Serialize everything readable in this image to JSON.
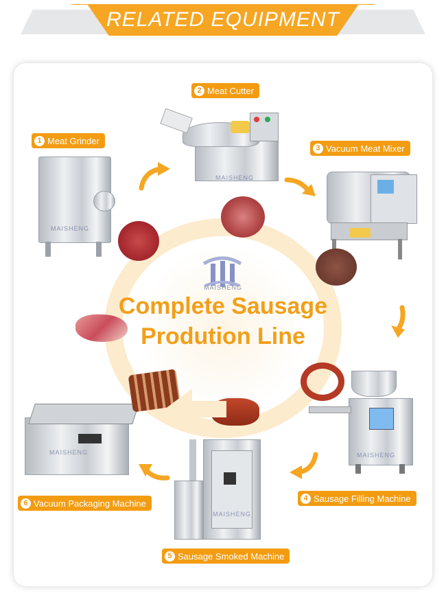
{
  "header": {
    "title": "RELATED EQUIPMENT"
  },
  "center": {
    "line1": "Complete Sausage",
    "line2": "Prodution Line",
    "brand": "MAISHENG"
  },
  "steps": [
    {
      "num": "1",
      "label": "Meat Grinder"
    },
    {
      "num": "2",
      "label": "Meat Cutter"
    },
    {
      "num": "3",
      "label": "Vacuum Meat Mixer"
    },
    {
      "num": "4",
      "label": "Sausage Filling Machine"
    },
    {
      "num": "5",
      "label": "Sausage Smoked Machine"
    },
    {
      "num": "6",
      "label": "Vacuum Packaging Machine"
    }
  ],
  "watermark": "MAISHENG",
  "colors": {
    "accent": "#f39c12",
    "title": "#f19f1a",
    "banner": "#f6a623",
    "ring": "#fcebcc"
  }
}
